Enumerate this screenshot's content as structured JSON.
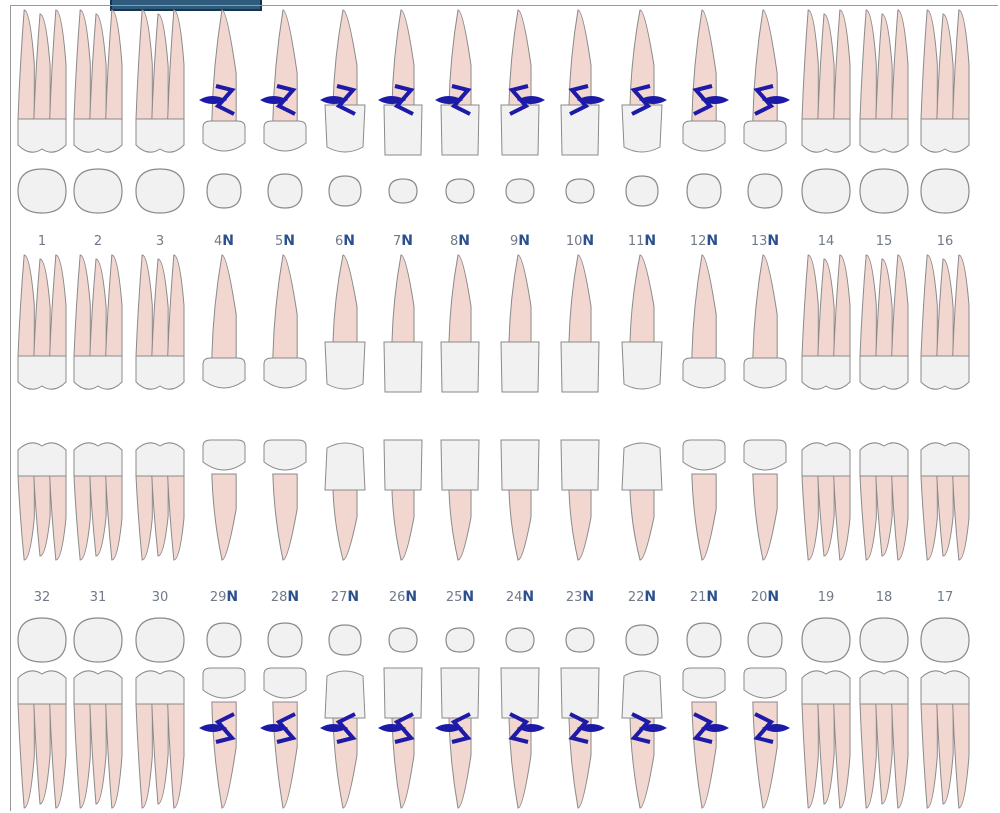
{
  "upper_teeth": [
    {
      "number": "1",
      "type": "molar",
      "marker": ""
    },
    {
      "number": "2",
      "type": "molar",
      "marker": ""
    },
    {
      "number": "3",
      "type": "molar",
      "marker": ""
    },
    {
      "number": "4",
      "type": "premolar",
      "marker": "N"
    },
    {
      "number": "5",
      "type": "premolar",
      "marker": "N"
    },
    {
      "number": "6",
      "type": "canine",
      "marker": "N"
    },
    {
      "number": "7",
      "type": "incisor",
      "marker": "N"
    },
    {
      "number": "8",
      "type": "incisor",
      "marker": "N"
    },
    {
      "number": "9",
      "type": "incisor",
      "marker": "N"
    },
    {
      "number": "10",
      "type": "incisor",
      "marker": "N"
    },
    {
      "number": "11",
      "type": "canine",
      "marker": "N"
    },
    {
      "number": "12",
      "type": "premolar",
      "marker": "N"
    },
    {
      "number": "13",
      "type": "premolar",
      "marker": "N"
    },
    {
      "number": "14",
      "type": "molar",
      "marker": ""
    },
    {
      "number": "15",
      "type": "molar",
      "marker": ""
    },
    {
      "number": "16",
      "type": "molar",
      "marker": ""
    }
  ],
  "lower_teeth": [
    {
      "number": "32",
      "type": "molar",
      "marker": ""
    },
    {
      "number": "31",
      "type": "molar",
      "marker": ""
    },
    {
      "number": "30",
      "type": "molar",
      "marker": ""
    },
    {
      "number": "29",
      "type": "premolar",
      "marker": "N"
    },
    {
      "number": "28",
      "type": "premolar",
      "marker": "N"
    },
    {
      "number": "27",
      "type": "canine",
      "marker": "N"
    },
    {
      "number": "26",
      "type": "incisor",
      "marker": "N"
    },
    {
      "number": "25",
      "type": "incisor",
      "marker": "N"
    },
    {
      "number": "24",
      "type": "incisor",
      "marker": "N"
    },
    {
      "number": "23",
      "type": "incisor",
      "marker": "N"
    },
    {
      "number": "22",
      "type": "canine",
      "marker": "N"
    },
    {
      "number": "21",
      "type": "premolar",
      "marker": "N"
    },
    {
      "number": "20",
      "type": "premolar",
      "marker": "N"
    },
    {
      "number": "19",
      "type": "molar",
      "marker": ""
    },
    {
      "number": "18",
      "type": "molar",
      "marker": ""
    },
    {
      "number": "17",
      "type": "molar",
      "marker": ""
    }
  ],
  "colors": {
    "root": "#f2d6d0",
    "crown": "#f1f1f1",
    "outline": "#8a8a8a",
    "mark": "#1d1aa8",
    "number": "#707a88",
    "marker": "#2c4f8e",
    "header_tab": "#2f5c7c"
  },
  "icons": {
    "tooth_shape": "tooth-outline-icon",
    "annotation": "zigzag-arrow-annotation-icon"
  }
}
